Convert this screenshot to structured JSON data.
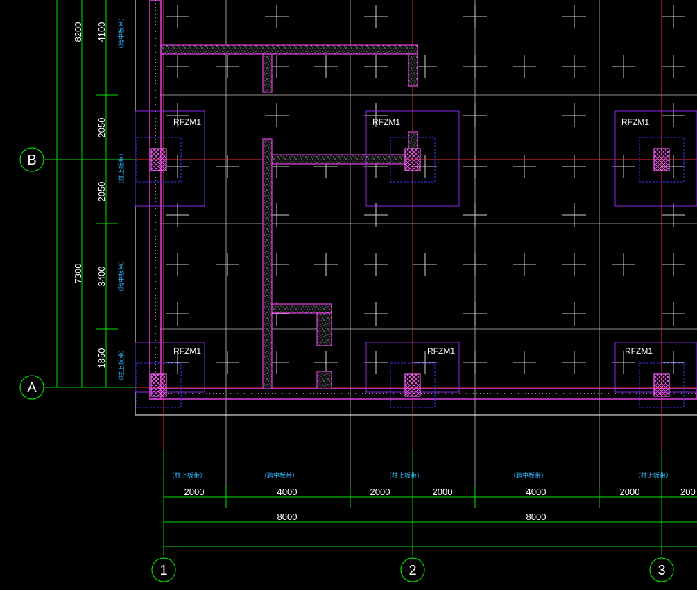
{
  "axes": {
    "rows": [
      "B",
      "A"
    ],
    "cols": [
      "1",
      "2",
      "3"
    ]
  },
  "left_dims": {
    "outer": [
      "8200",
      "7300"
    ],
    "inner": [
      "4100",
      "2050",
      "2050",
      "3400",
      "1850"
    ]
  },
  "left_bands": [
    "（跨中板带）",
    "（柱上板带）",
    "（跨中板带）",
    "（柱上板带）"
  ],
  "bottom_dims": {
    "inner": [
      "2000",
      "4000",
      "2000",
      "2000",
      "4000",
      "2000",
      "200"
    ],
    "outer": [
      "8000",
      "8000"
    ]
  },
  "bottom_bands": [
    "（柱上板带）",
    "（跨中板带）",
    "（柱上板带）",
    "（跨中板带）",
    "（柱上板带）"
  ],
  "column_tag": "RFZM1",
  "colors": {
    "dim_line": "#00e000",
    "axis_red": "#ff2a2a",
    "wall": "#e040e0",
    "cap_outline": "#8a2be2",
    "grid": "#bfbfbf",
    "band_text": "#2fb6ff"
  }
}
